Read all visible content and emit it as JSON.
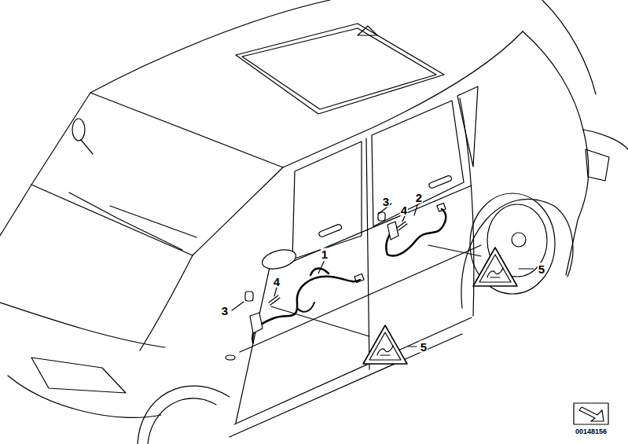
{
  "diagram": {
    "labels": [
      "2",
      "3",
      "4",
      "1",
      "5",
      "4",
      "3",
      "5",
      "00148156"
    ]
  }
}
